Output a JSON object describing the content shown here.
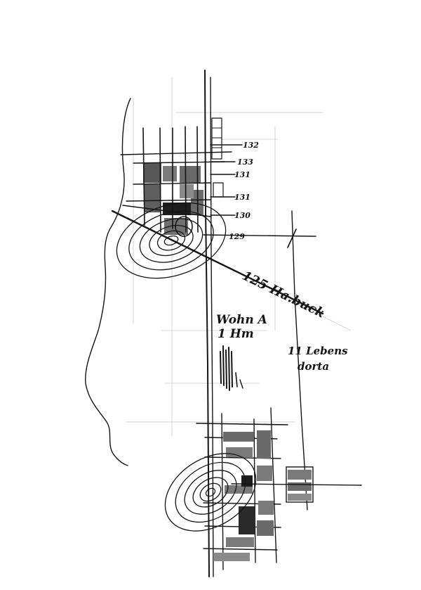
{
  "sketch": {
    "annotations": {
      "level_132": "132",
      "level_133": "133",
      "level_131a": "131",
      "level_131b": "131",
      "level_130": "130",
      "level_129": "129",
      "road_label": "125 Ha.buck",
      "note_a_line1": "Wohn A",
      "note_a_line2": "1 Hm",
      "note_b_line1": "11 Lebens",
      "note_b_line2": "dorta"
    }
  }
}
